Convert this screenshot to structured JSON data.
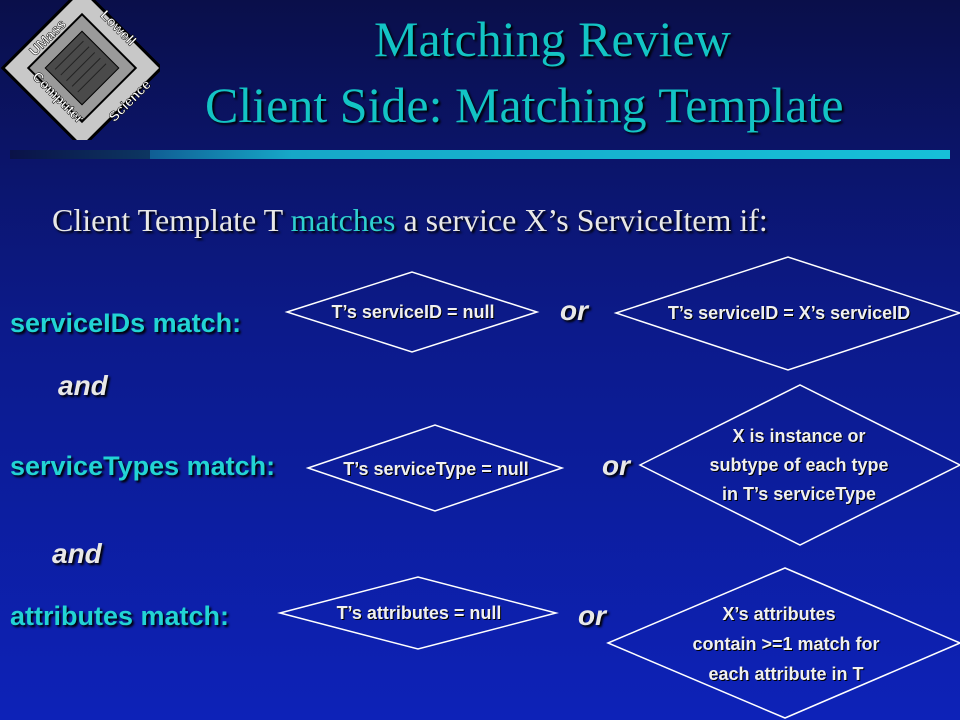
{
  "logo": {
    "text_top_left": "UMass",
    "text_top_right": "Lowell",
    "text_bottom_left": "Computer",
    "text_bottom_right": "Science"
  },
  "title": {
    "line1": "Matching Review",
    "line2": "Client Side: Matching Template"
  },
  "subtitle": {
    "prefix": "Client Template T",
    "highlight": "matches",
    "suffix": "a service X’s ServiceItem if:"
  },
  "rows": {
    "serviceids": {
      "label": "serviceIDs match:",
      "left": "T’s serviceID = null",
      "or": "or",
      "right": [
        "T’s serviceID = X’s serviceID"
      ]
    },
    "and1": "and",
    "servicetypes": {
      "label": "serviceTypes match:",
      "left": "T’s serviceType = null",
      "or": "or",
      "right": [
        "X is instance or",
        "subtype of each type",
        "in T’s serviceType"
      ]
    },
    "and2": "and",
    "attributes": {
      "label": "attributes match:",
      "left": "T’s attributes = null",
      "or": "or",
      "right": [
        "X’s attributes",
        "contain >=1 match for",
        "each attribute in T"
      ]
    }
  },
  "colors": {
    "title": "#13c4c4",
    "label": "#22d4d4",
    "text": "#e8e8e8",
    "line": "#ffffff"
  }
}
